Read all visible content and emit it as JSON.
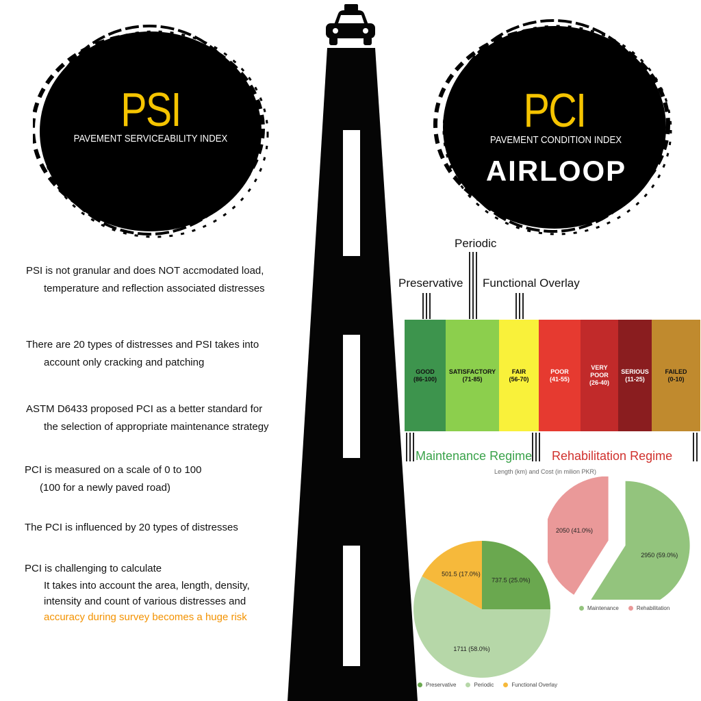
{
  "psi": {
    "title": "PSI",
    "subtitle": "PAVEMENT SERVICEABILITY INDEX"
  },
  "pci": {
    "title": "PCI",
    "subtitle": "PAVEMENT CONDITION INDEX",
    "logo": "AIRLOOP"
  },
  "colors": {
    "accent": "#f5c400",
    "orange": "#f39200",
    "green_text": "#3aa24a",
    "red_text": "#d0312d"
  },
  "icons": [
    "car-icon"
  ],
  "points": [
    {
      "line1": "PSI is not granular and does NOT accmodated load,",
      "line2": "temperature and reflection associated distresses"
    },
    {
      "line1": "There are 20 types of distresses and PSI takes into",
      "line2": "account only cracking and patching"
    },
    {
      "line1": "ASTM D6433 proposed PCI as a better standard for",
      "line2": "the selection of appropriate maintenance strategy"
    },
    {
      "line1": "PCI is measured on a scale of 0 to 100",
      "line2": "(100 for a newly paved road)"
    },
    {
      "line1": "The PCI is influenced by 20 types of distresses"
    },
    {
      "line1": "PCI is challenging to calculate",
      "line2": "It takes into account the area, length, density,",
      "line3": "intensity and count of various distresses and",
      "line4_highlight": "accuracy during survey becomes a huge risk"
    }
  ],
  "scale": {
    "segments": [
      {
        "label": "GOOD",
        "range": "(86-100)",
        "color": "#3d944d",
        "text_color": "#111111"
      },
      {
        "label": "SATISFACTORY",
        "range": "(71-85)",
        "color": "#8ccf4d",
        "text_color": "#111111"
      },
      {
        "label": "FAIR",
        "range": "(56-70)",
        "color": "#f9f13a",
        "text_color": "#111111"
      },
      {
        "label": "POOR",
        "range": "(41-55)",
        "color": "#e63a30",
        "text_color": "#ffffff"
      },
      {
        "label": "VERY POOR",
        "range": "(26-40)",
        "color": "#c12a2a",
        "text_color": "#ffffff"
      },
      {
        "label": "SERIOUS",
        "range": "(11-25)",
        "color": "#8a1d1f",
        "text_color": "#ffffff"
      },
      {
        "label": "FAILED",
        "range": "(0-10)",
        "color": "#c08a2e",
        "text_color": "#111111"
      }
    ],
    "annotations": {
      "periodic": "Periodic",
      "preservative": "Preservative",
      "functional": "Functional Overlay"
    },
    "regimes": {
      "maintenance": "Maintenance Regime",
      "rehabilitation": "Rehabilitation Regime"
    }
  },
  "chart_data": [
    {
      "type": "pie",
      "title": "Length (km) and Cost (in milion PKR)",
      "categories": [
        "Maintenance",
        "Rehabilitation"
      ],
      "values": [
        2950,
        2050
      ],
      "labels": [
        "2950 (59.0%)",
        "2050 (41.0%)"
      ],
      "colors": [
        "#93c47d",
        "#ea9999"
      ],
      "legend": "bottom"
    },
    {
      "type": "pie",
      "title": "",
      "categories": [
        "Preservative",
        "Periodic",
        "Functional Overlay"
      ],
      "values": [
        737.5,
        1711,
        501.5
      ],
      "labels": [
        "737.5 (25.0%)",
        "1711 (58.0%)",
        "501.5 (17.0%)"
      ],
      "colors": [
        "#6aa84f",
        "#b6d7a8",
        "#f6b93b"
      ],
      "legend": "bottom"
    }
  ]
}
